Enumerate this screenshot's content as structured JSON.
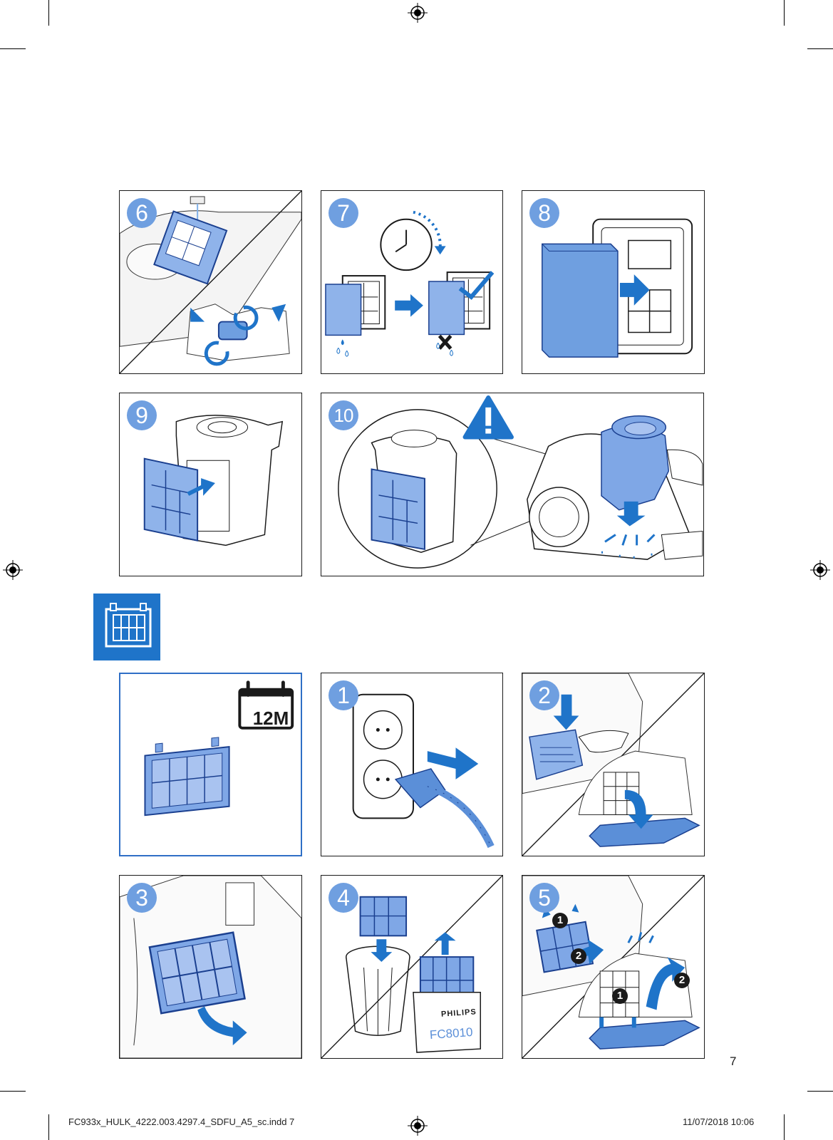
{
  "page_number": "7",
  "footer": {
    "file": "FC933x_HULK_4222.003.4297.4_SDFU_A5_sc.indd   7",
    "datetime": "11/07/2018   10:06"
  },
  "steps_top": [
    {
      "label": "6"
    },
    {
      "label": "7"
    },
    {
      "label": "8"
    },
    {
      "label": "9"
    },
    {
      "label": "10"
    }
  ],
  "steps_bottom": [
    {
      "label": "1"
    },
    {
      "label": "2"
    },
    {
      "label": "3"
    },
    {
      "label": "4"
    },
    {
      "label": "5"
    }
  ],
  "interval_badge": "12M",
  "sub_markers": {
    "one": "1",
    "two": "2"
  },
  "box_brand": "PHILIPS",
  "box_model": "FC8010",
  "icons": {
    "section": "filter-icon",
    "warning": "warning-icon",
    "calendar": "calendar-icon",
    "clock": "clock-icon"
  },
  "colors": {
    "accent": "#1f74c9",
    "step_circle": "#6f9fe0",
    "filter_fill": "#7fa7e6",
    "filter_dark": "#2b5bb8"
  }
}
